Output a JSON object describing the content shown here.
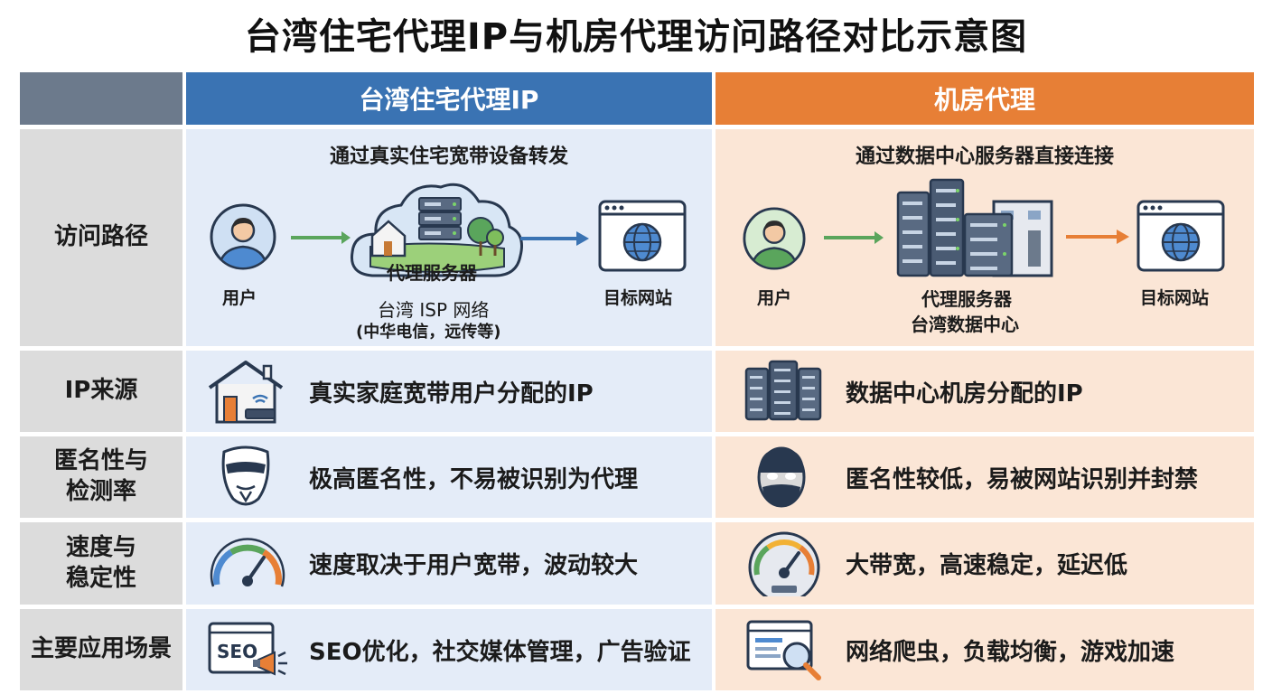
{
  "title": "台湾住宅代理IP与机房代理访问路径对比示意图",
  "headers": {
    "residential": "台湾住宅代理IP",
    "datacenter": "机房代理"
  },
  "path_row": {
    "label": "访问路径",
    "residential": {
      "subtitle": "通过真实住宅宽带设备转发",
      "user": "用户",
      "server_badge": "代理服务器",
      "network": "台湾 ISP 网络",
      "network_note": "(中华电信，远传等)",
      "target": "目标网站"
    },
    "datacenter": {
      "subtitle": "通过数据中心服务器直接连接",
      "user": "用户",
      "server": "代理服务器",
      "server_note": "台湾数据中心",
      "target": "目标网站"
    }
  },
  "rows": [
    {
      "label": "IP来源",
      "residential": "真实家庭宽带用户分配的IP",
      "datacenter": "数据中心机房分配的IP"
    },
    {
      "label_line1": "匿名性与",
      "label_line2": "检测率",
      "residential": "极高匿名性，不易被识别为代理",
      "datacenter": "匿名性较低，易被网站识别并封禁"
    },
    {
      "label_line1": "速度与",
      "label_line2": "稳定性",
      "residential": "速度取决于用户宽带，波动较大",
      "datacenter": "大带宽，高速稳定，延迟低"
    },
    {
      "label": "主要应用场景",
      "residential": "SEO优化，社交媒体管理，广告验证",
      "datacenter": "网络爬虫，负载均衡，游戏加速"
    }
  ],
  "icons": {
    "user": "user-avatar-icon",
    "cloud_server": "cloud-server-icon",
    "globe": "globe-browser-icon",
    "datacenter": "datacenter-building-icon",
    "house": "house-router-icon",
    "server_rack": "server-rack-icon",
    "mask": "anonymous-mask-icon",
    "ninja": "masked-face-icon",
    "speedometer": "speedometer-icon",
    "seo": "seo-megaphone-icon",
    "search": "browser-search-icon"
  },
  "colors": {
    "residential": "#3a73b3",
    "datacenter": "#e77f36",
    "residential_bg": "#e4ecf8",
    "datacenter_bg": "#fbe6d6",
    "label_bg": "#dcdcdc",
    "header_blank": "#6c7a8c"
  }
}
